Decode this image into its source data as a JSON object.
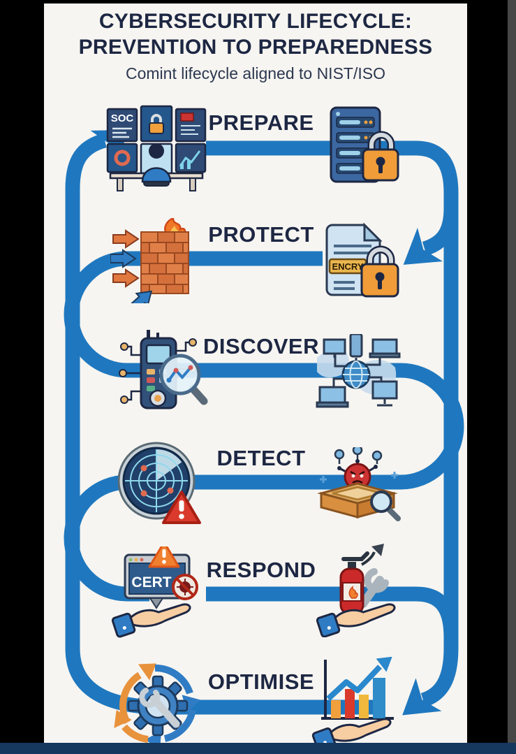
{
  "page": {
    "title_line1": "CYBERSECURITY LIFECYCLE:",
    "title_line2": "PREVENTION TO PREPAREDNESS",
    "subtitle": "Comint lifecycle aligned to NIST/ISO"
  },
  "colors": {
    "flow_blue": "#1f78bf",
    "title_navy": "#1d2743",
    "background": "#f7f5f1",
    "frame_black": "#000000",
    "footer_navy": "#16375e",
    "accent_orange": "#f09c38",
    "alert_red": "#d93a2b"
  },
  "stages": [
    {
      "label": "PREPARE",
      "left_icon": "soc-analyst-icon",
      "right_icon": "server-lock-icon",
      "left_icon_text": "SOC"
    },
    {
      "label": "PROTECT",
      "left_icon": "firewall-icon",
      "right_icon": "encrypted-document-icon",
      "right_icon_text": "ENCRY"
    },
    {
      "label": "DISCOVER",
      "left_icon": "comint-scanner-icon",
      "right_icon": "global-network-icon"
    },
    {
      "label": "DETECT",
      "left_icon": "radar-alert-icon",
      "right_icon": "malware-sandbox-icon"
    },
    {
      "label": "RESPOND",
      "left_icon": "cert-alert-icon",
      "right_icon": "incident-response-icon",
      "left_icon_text": "CERT"
    },
    {
      "label": "OPTIMISE",
      "left_icon": "gear-cycle-icon",
      "right_icon": "growth-chart-icon"
    }
  ]
}
